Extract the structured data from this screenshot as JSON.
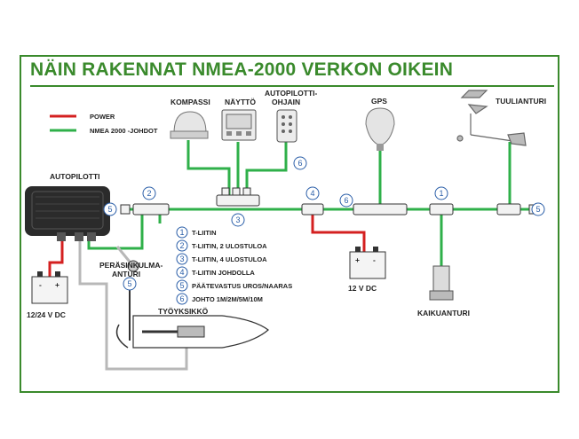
{
  "title": "NÄIN RAKENNAT NMEA-2000 VERKON OIKEIN",
  "legend": {
    "power": "POWER",
    "nmea": "NMEA 2000 -JOHDOT",
    "colors": {
      "power": "#d42020",
      "nmea": "#2fb04a",
      "accent": "#3a8a2c",
      "number": "#2a5ea8"
    }
  },
  "devices": {
    "autopilot": "AUTOPILOTTI",
    "compass": "KOMPASSI",
    "display": "NÄYTTÖ",
    "autopilot_controller_line1": "AUTOPILOTTI-",
    "autopilot_controller_line2": "OHJAIN",
    "gps": "GPS",
    "wind": "TUULIANTURI",
    "rudder_line1": "PERÄSINKULMA-",
    "rudder_line2": "ANTURI",
    "actuator": "TYÖYKSIKKÖ",
    "sounder": "KAIKUANTURI",
    "battery_left": "12/24 V DC",
    "battery_right": "12 V DC"
  },
  "components": [
    {
      "num": "1",
      "text": "T-LIITIN"
    },
    {
      "num": "2",
      "text": "T-LIITIN, 2 ULOSTULOA"
    },
    {
      "num": "3",
      "text": "T-LIITIN, 4 ULOSTULOA"
    },
    {
      "num": "4",
      "text": "T-LIITIN JOHDOLLA"
    },
    {
      "num": "5",
      "text": "PÄÄTEVASTUS UROS/NAARAS"
    },
    {
      "num": "6",
      "text": "JOHTO 1M/2M/5M/10M"
    }
  ],
  "markers": {
    "term_left": "5",
    "tee2": "2",
    "tee3": "3",
    "cable_ctrl": "6",
    "tee4": "4",
    "cable_mid": "6",
    "tee1": "1",
    "term_right": "5",
    "res_rudder": "5",
    "minus": "-",
    "plus": "+"
  }
}
